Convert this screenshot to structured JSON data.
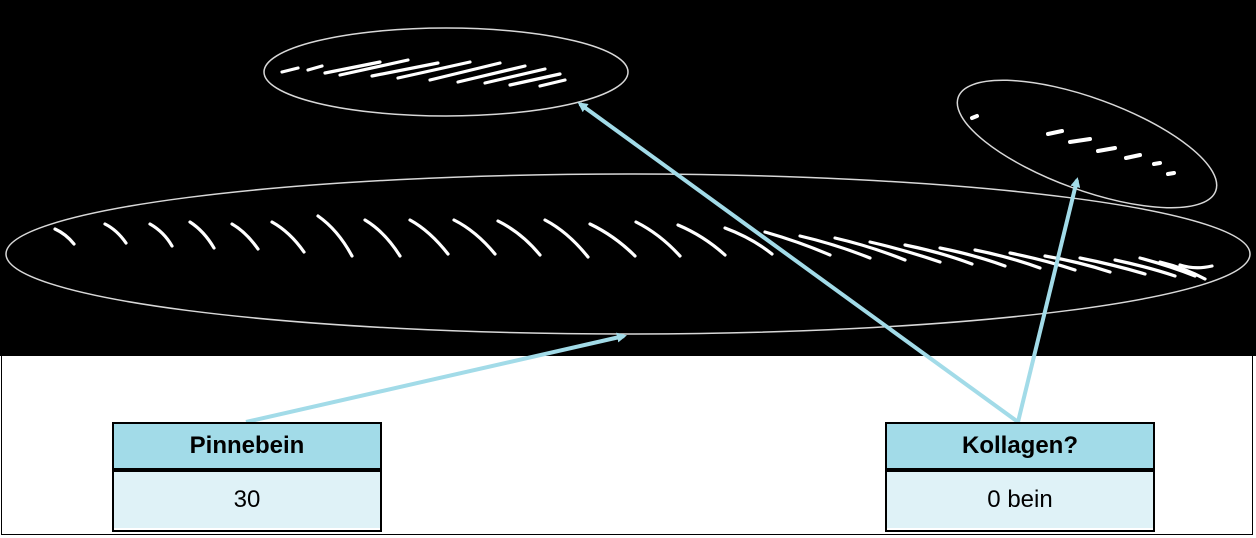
{
  "boxes": {
    "left": {
      "header": "Pinnebein",
      "value": "30"
    },
    "right": {
      "header": "Kollagen?",
      "value": "0 bein"
    }
  },
  "colors": {
    "background_image": "#000000",
    "outline": "#d8d8d8",
    "arrow": "#a2dbe8",
    "box_header": "#a2dbe8",
    "box_value": "#dff2f7"
  }
}
